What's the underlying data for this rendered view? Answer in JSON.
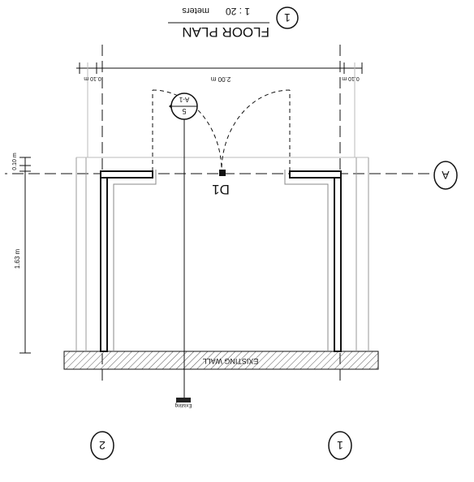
{
  "plan_title": "FLOOR PLAN",
  "view_number": "1",
  "scale": "1 : 20",
  "scale_units": "meters",
  "door_tag": "D1",
  "section_marker": {
    "number": "5",
    "sheet": "A-1"
  },
  "existing_wall_label": "EXISTING WALL",
  "small_tag_label": "Existing",
  "dimensions": {
    "top_left_offset": "0.10 m",
    "top_span": "2.00 m",
    "top_right_offset": "0.10 m",
    "right_offset": "0.10 m",
    "right_span": "1.63 m"
  },
  "grid_bubbles": {
    "horizontal": "A",
    "vertical_left": "1",
    "vertical_right": "2"
  },
  "orientation_note": "drawing rendered upside-down (rotated 180°)",
  "colors": {
    "line": "#111111",
    "hatch": "#555555",
    "paper": "#ffffff"
  }
}
